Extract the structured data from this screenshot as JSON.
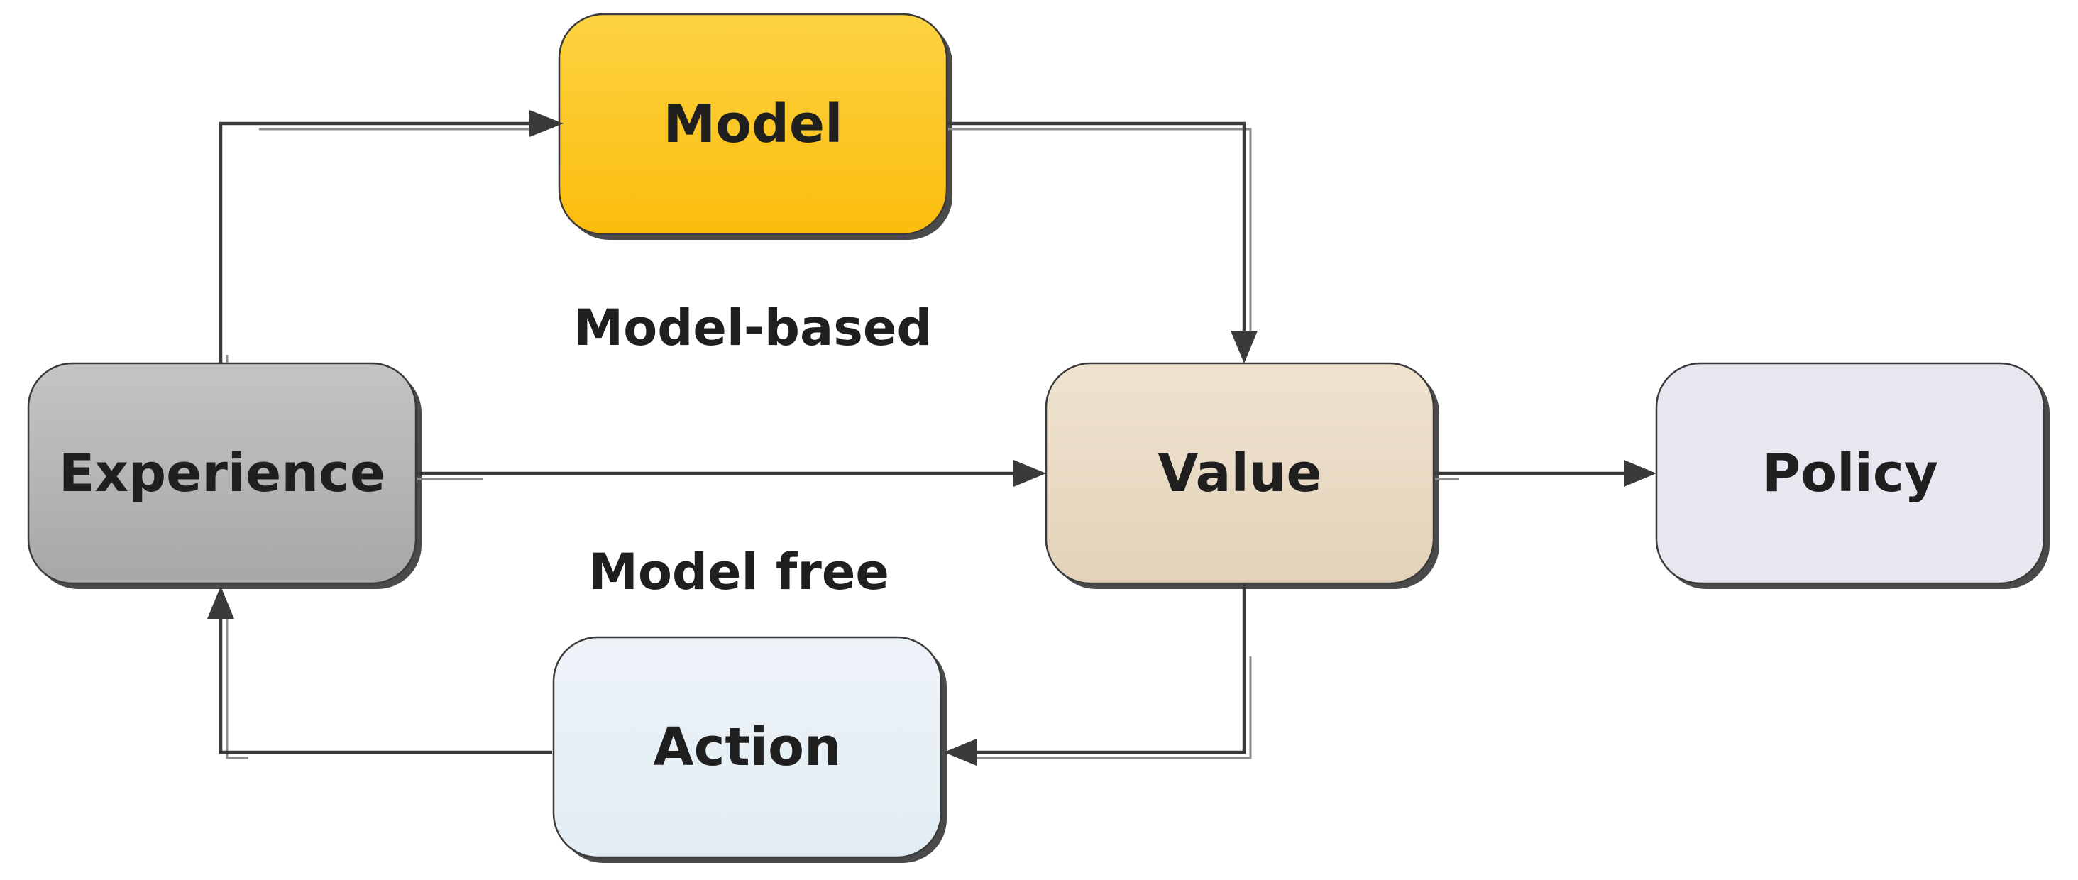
{
  "nodes": {
    "model": {
      "label": "Model"
    },
    "experience": {
      "label": "Experience"
    },
    "value": {
      "label": "Value"
    },
    "policy": {
      "label": "Policy"
    },
    "action": {
      "label": "Action"
    }
  },
  "regions": {
    "model_based": "Model-based",
    "model_free": "Model free"
  },
  "colors": {
    "model_top": "#FDD343",
    "model_bottom": "#FCBD0C",
    "experience_top": "#C4C4C4",
    "experience_bottom": "#A6A7A9",
    "value_top": "#EFE3D0",
    "value_bottom": "#E3D2B9",
    "policy": "#E9E6F0",
    "action_top": "#EEF3F8",
    "action_bottom": "#E1EDF3",
    "edge": "#3A3A3A"
  }
}
